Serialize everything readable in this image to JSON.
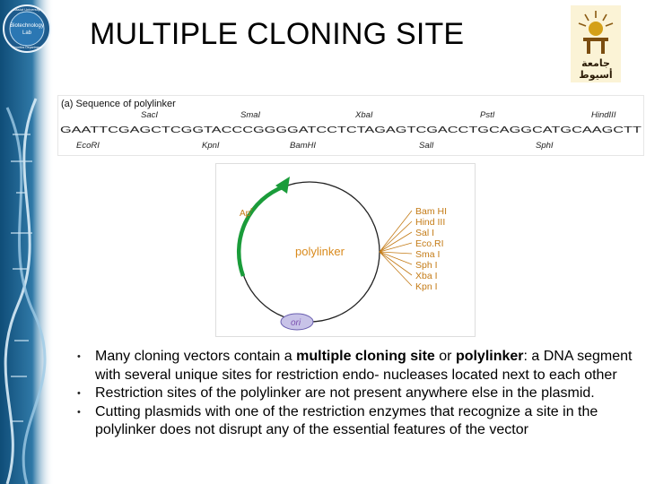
{
  "slide": {
    "title": "MULTIPLE CLONING SITE",
    "logo_left": {
      "icon": "biotechnology-lab-seal-icon",
      "text_top": "Assiut University",
      "text_mid_1": "Biotechnology",
      "text_mid_2": "Lab",
      "text_bottom": "Genetics Department"
    },
    "logo_right": {
      "icon": "assiut-university-logo-icon",
      "arabic_text_1": "جامعة",
      "arabic_text_2": "أسيوط"
    }
  },
  "polylinker": {
    "caption": "(a) Sequence of polylinker",
    "sequence": "GAATTCGAGCTCGGTACCCGGGGATCCTCTAGAGTCGACCTGCAGGCATGCAAGCTT",
    "sites_above": [
      "SacI",
      "SmaI",
      "XbaI",
      "PstI",
      "HindIII"
    ],
    "sites_below": [
      "EcoRI",
      "KpnI",
      "BamHI",
      "SalI",
      "SphI"
    ]
  },
  "plasmid": {
    "marker_label": "Ap",
    "marker_superscript": "r",
    "center_label": "polylinker",
    "origin_label": "ori",
    "enzymes": [
      "Bam HI",
      "Hind III",
      "Sal I",
      "Eco.RI",
      "Sma I",
      "Sph I",
      "Xba I",
      "Kpn I"
    ],
    "colors": {
      "resistance_arrow": "#1a9c3a",
      "polylinker_label": "#d98a1c",
      "enzyme_text": "#c47b16",
      "origin_fill": "#c8c3e8",
      "origin_text": "#7a4fb0"
    }
  },
  "bullets": [
    {
      "marker": "•",
      "pre": "Many cloning vectors contain a ",
      "b1": "multiple cloning site",
      "mid": " or ",
      "b2": "polylinker",
      "post": ": a DNA segment with several unique sites for restriction endo- nucleases located next to each other"
    },
    {
      "marker": "•",
      "text": "Restriction sites of the polylinker are not present anywhere else in the plasmid."
    },
    {
      "marker": "•",
      "text": "Cutting plasmids with one of the restriction enzymes that recognize a site in the polylinker does not disrupt any of the essential features of the vector"
    }
  ]
}
